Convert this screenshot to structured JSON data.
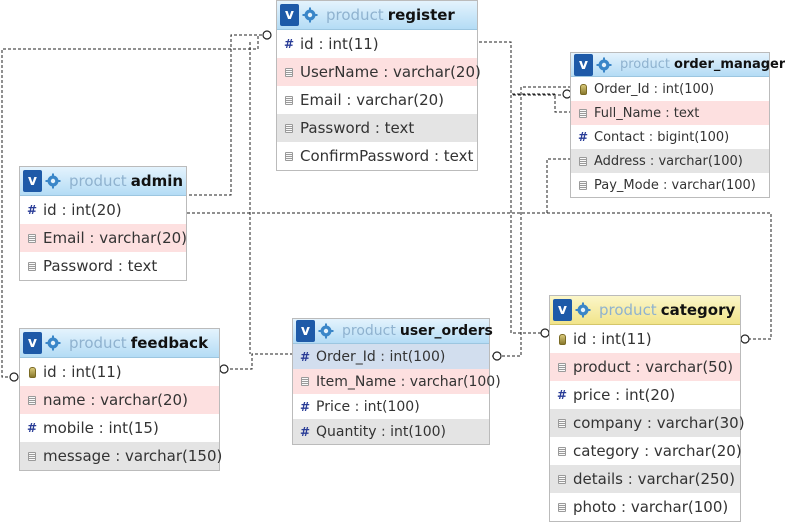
{
  "db_prefix": "product",
  "tables": [
    {
      "id": "register",
      "name": "register",
      "selected": false,
      "font": 15,
      "rows": [
        {
          "name": "id",
          "type": "int(11)",
          "icon": "hash",
          "bg": "white"
        },
        {
          "name": "UserName",
          "type": "varchar(20)",
          "icon": "text",
          "bg": "pink"
        },
        {
          "name": "Email",
          "type": "varchar(20)",
          "icon": "text",
          "bg": "white"
        },
        {
          "name": "Password",
          "type": "text",
          "icon": "text",
          "bg": "gray"
        },
        {
          "name": "ConfirmPassword",
          "type": "text",
          "icon": "text",
          "bg": "white"
        }
      ]
    },
    {
      "id": "order_manager",
      "name": "order_manager",
      "selected": false,
      "font": 13,
      "rows": [
        {
          "name": "Order_Id",
          "type": "int(100)",
          "icon": "key",
          "bg": "white"
        },
        {
          "name": "Full_Name",
          "type": "text",
          "icon": "text",
          "bg": "pink"
        },
        {
          "name": "Contact",
          "type": "bigint(100)",
          "icon": "hash",
          "bg": "white"
        },
        {
          "name": "Address",
          "type": "varchar(100)",
          "icon": "text",
          "bg": "gray"
        },
        {
          "name": "Pay_Mode",
          "type": "varchar(100)",
          "icon": "text",
          "bg": "white"
        }
      ]
    },
    {
      "id": "admin",
      "name": "admin",
      "selected": false,
      "font": 15,
      "rows": [
        {
          "name": "id",
          "type": "int(20)",
          "icon": "hash",
          "bg": "white"
        },
        {
          "name": "Email",
          "type": "varchar(20)",
          "icon": "text",
          "bg": "pink"
        },
        {
          "name": "Password",
          "type": "text",
          "icon": "text",
          "bg": "white"
        }
      ]
    },
    {
      "id": "feedback",
      "name": "feedback",
      "selected": false,
      "font": 15,
      "rows": [
        {
          "name": "id",
          "type": "int(11)",
          "icon": "key",
          "bg": "white"
        },
        {
          "name": "name",
          "type": "varchar(20)",
          "icon": "text",
          "bg": "pink"
        },
        {
          "name": "mobile",
          "type": "int(15)",
          "icon": "hash",
          "bg": "white"
        },
        {
          "name": "message",
          "type": "varchar(150)",
          "icon": "text",
          "bg": "gray"
        }
      ]
    },
    {
      "id": "user_orders",
      "name": "user_orders",
      "selected": false,
      "font": 14,
      "rows": [
        {
          "name": "Order_Id",
          "type": "int(100)",
          "icon": "hash",
          "bg": "blue"
        },
        {
          "name": "Item_Name",
          "type": "varchar(100)",
          "icon": "text",
          "bg": "pink"
        },
        {
          "name": "Price",
          "type": "int(100)",
          "icon": "hash",
          "bg": "white"
        },
        {
          "name": "Quantity",
          "type": "int(100)",
          "icon": "hash",
          "bg": "gray"
        }
      ]
    },
    {
      "id": "category",
      "name": "category",
      "selected": true,
      "font": 15,
      "rows": [
        {
          "name": "id",
          "type": "int(11)",
          "icon": "key",
          "bg": "white"
        },
        {
          "name": "product",
          "type": "varchar(50)",
          "icon": "text",
          "bg": "pink"
        },
        {
          "name": "price",
          "type": "int(20)",
          "icon": "hash",
          "bg": "white"
        },
        {
          "name": "company",
          "type": "varchar(30)",
          "icon": "text",
          "bg": "gray"
        },
        {
          "name": "category",
          "type": "varchar(20)",
          "icon": "text",
          "bg": "white"
        },
        {
          "name": "details",
          "type": "varchar(250)",
          "icon": "text",
          "bg": "gray"
        },
        {
          "name": "photo",
          "type": "varchar(100)",
          "icon": "text",
          "bg": "white"
        }
      ]
    }
  ]
}
